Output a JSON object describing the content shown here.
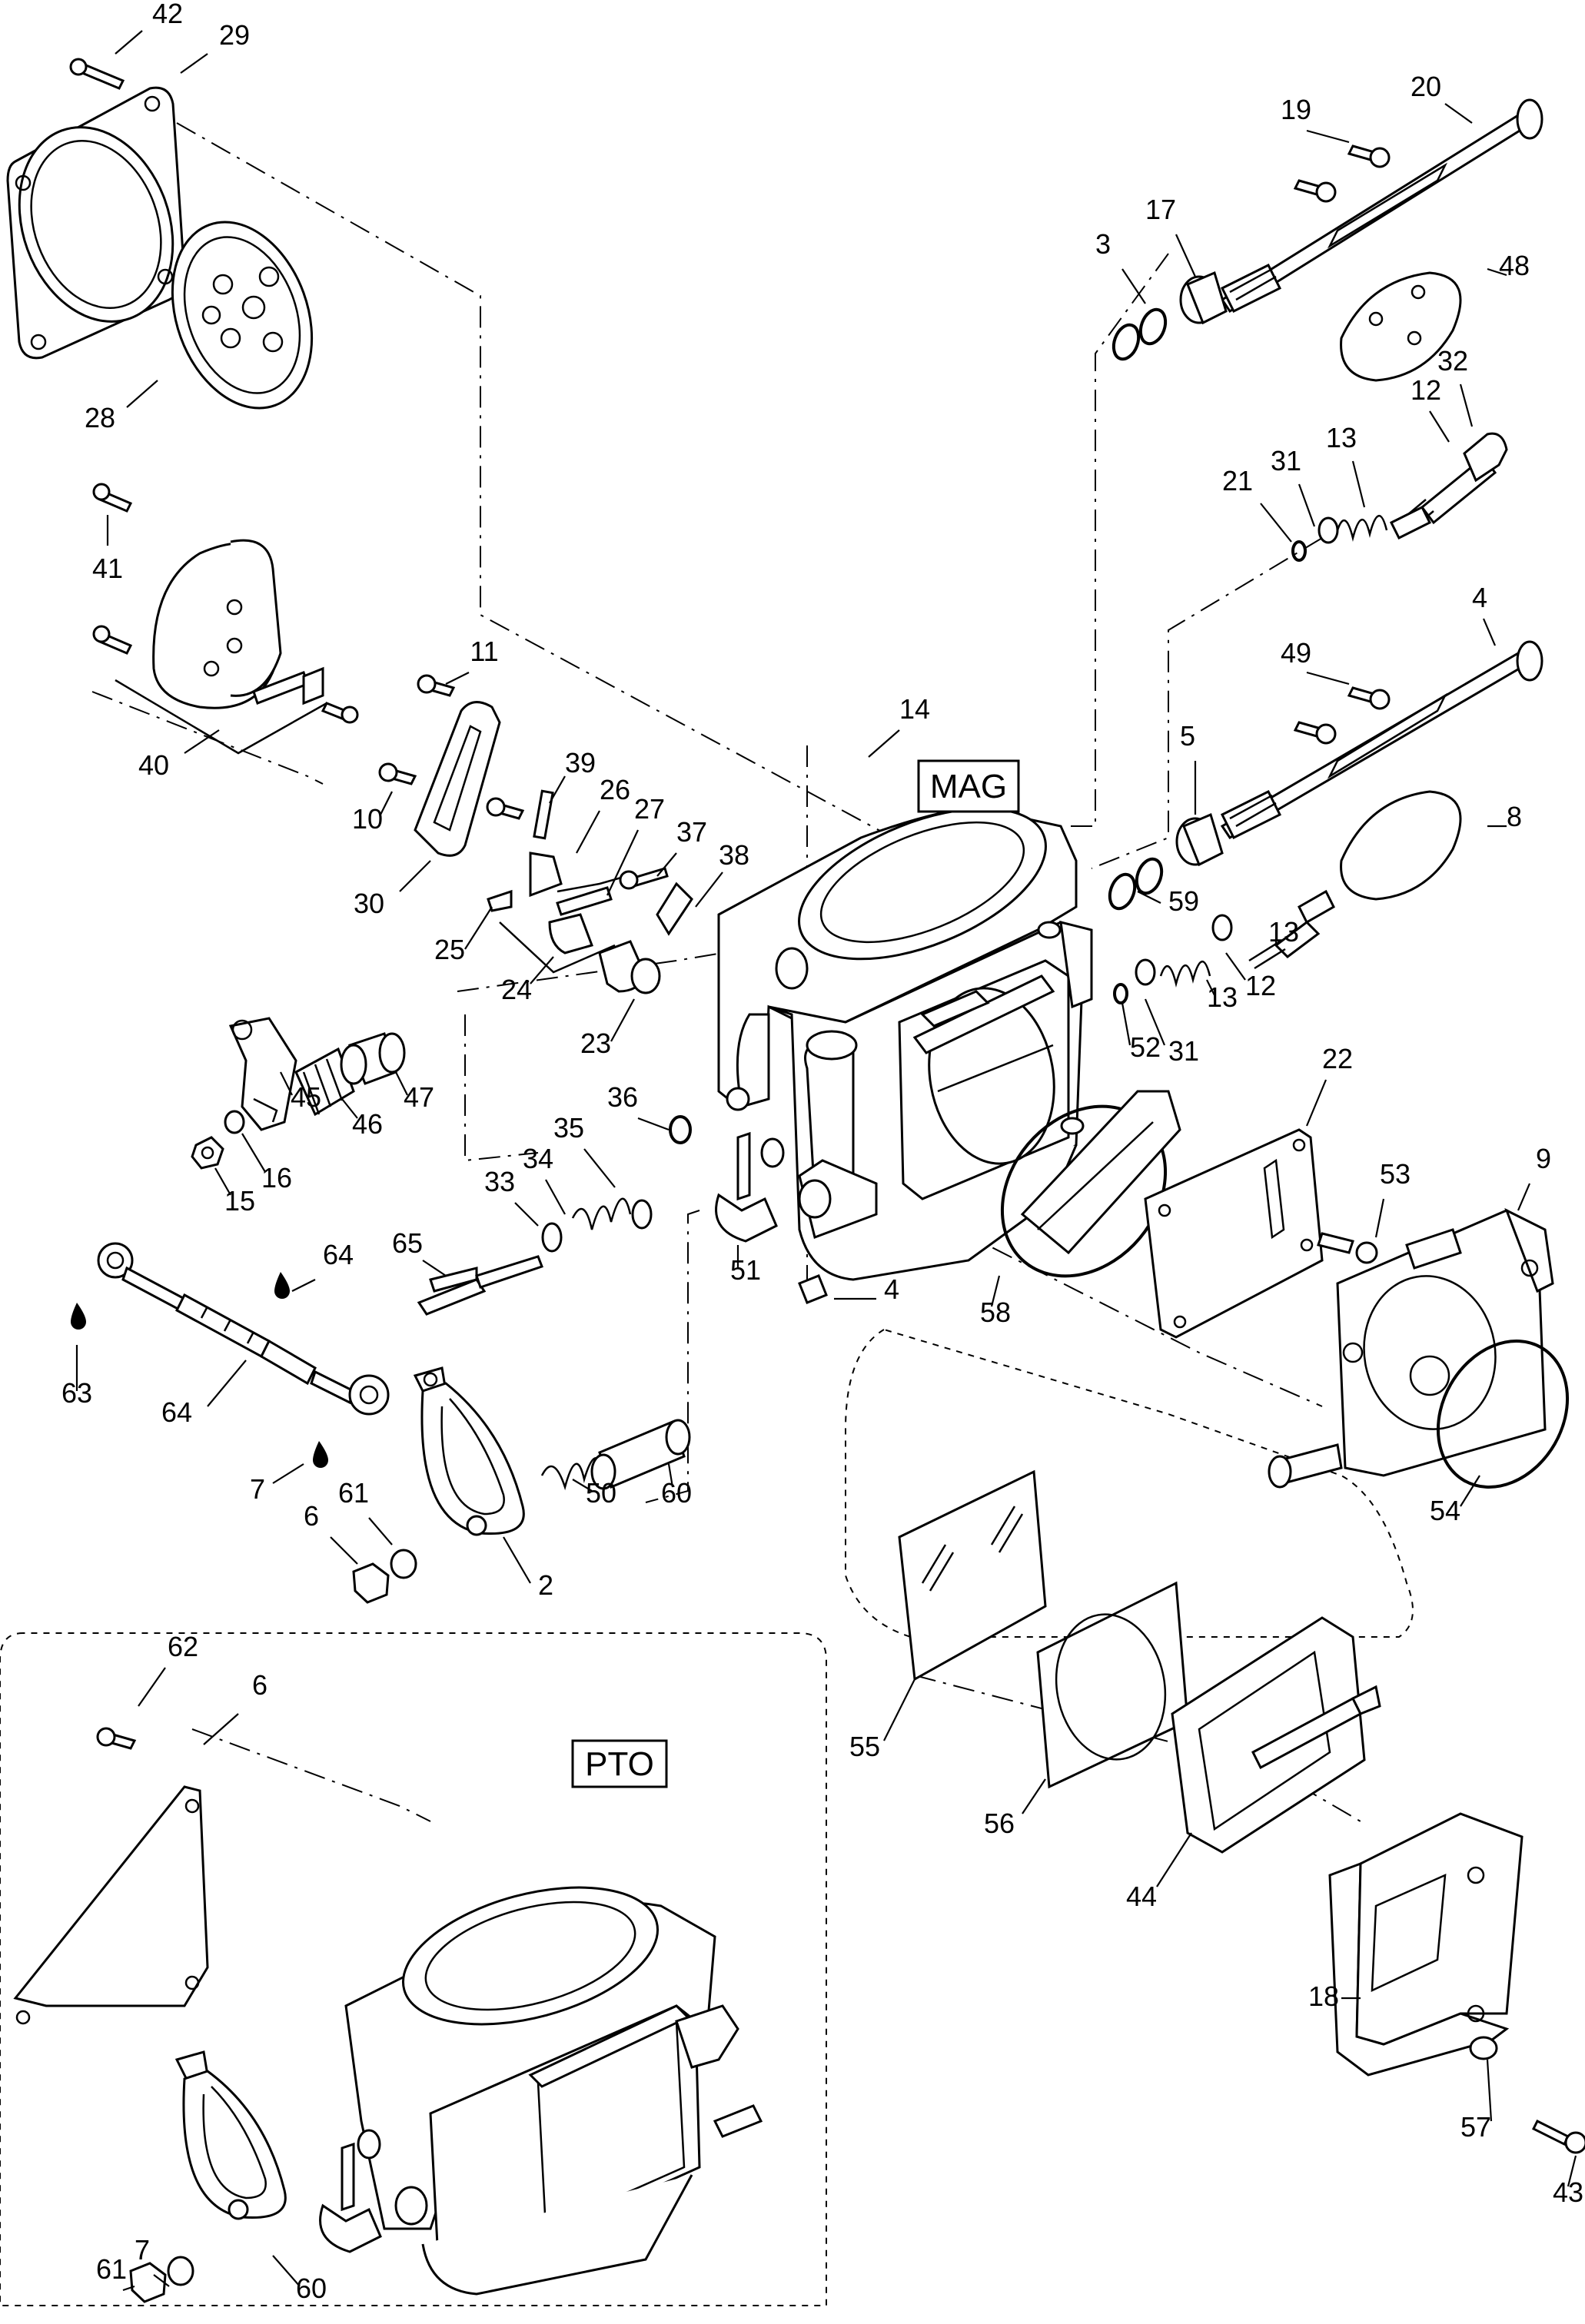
{
  "boxes": {
    "mag": "MAG",
    "pto": "PTO"
  },
  "labels": [
    "42",
    "29",
    "28",
    "41",
    "40",
    "11",
    "10",
    "30",
    "39",
    "26",
    "27",
    "25",
    "24",
    "37",
    "38",
    "23",
    "14",
    "47",
    "46",
    "45",
    "16",
    "15",
    "36",
    "35",
    "34",
    "33",
    "65",
    "64",
    "63",
    "64",
    "7",
    "6",
    "61",
    "2",
    "50",
    "60",
    "51",
    "4",
    "19",
    "20",
    "17",
    "3",
    "48",
    "32",
    "12",
    "13",
    "31",
    "21",
    "4",
    "49",
    "5",
    "8",
    "59",
    "13",
    "12",
    "13",
    "31",
    "52",
    "22",
    "53",
    "9",
    "58",
    "54",
    "55",
    "56",
    "44",
    "18",
    "57",
    "43",
    "62",
    "6",
    "7",
    "61",
    "60"
  ],
  "icons": {
    "lubricant": "oil-drop-icon"
  }
}
